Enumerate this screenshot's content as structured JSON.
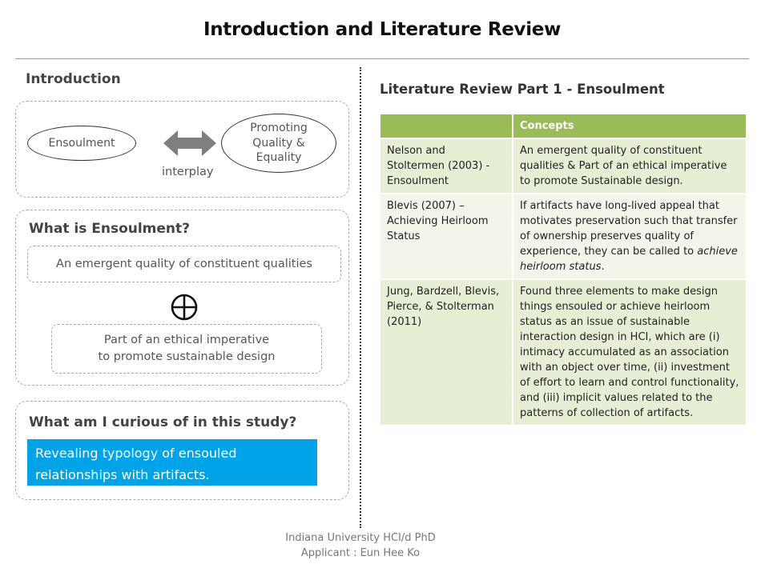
{
  "slide_title": "Introduction and Literature Review",
  "intro": {
    "heading": "Introduction",
    "left_ellipse": "Ensoulment",
    "right_ellipse_lines": [
      "Promoting",
      "Quality &",
      "Equality"
    ],
    "arrow_label": "interplay"
  },
  "what_is": {
    "heading": "What is Ensoulment?",
    "box1": "An emergent quality of constituent qualities",
    "symbol": "⊕",
    "box2_lines": [
      "Part of an ethical imperative",
      "to promote sustainable design"
    ]
  },
  "curious": {
    "heading": "What am I curious of in this study?",
    "answer_lines": [
      "Revealing typology of ensouled",
      "relationships with artifacts."
    ]
  },
  "lit_review": {
    "title": "Literature Review Part 1 - Ensoulment",
    "header": [
      "",
      "Concepts"
    ],
    "rows": [
      {
        "source": "Nelson and Stoltermen (2003) - Ensoulment",
        "concept": "An emergent quality of constituent qualities & Part of an ethical imperative to promote Sustainable design."
      },
      {
        "source": "Blevis (2007) – Achieving Heirloom Status",
        "concept_plain": "If artifacts have long-lived appeal that motivates preservation such that transfer of ownership preserves quality of experience, they can be called to ",
        "concept_italic": "achieve heirloom status",
        "concept_end": "."
      },
      {
        "source": "Jung, Bardzell, Blevis, Pierce, & Stolterman (2011)",
        "concept": "Found three elements to make design things ensouled or achieve heirloom status as an issue of sustainable interaction design in HCI, which are (i) intimacy accumulated as an association with an object over time, (ii) investment of effort to learn and control functionality, and (iii) implicit values related to the patterns of collection of artifacts."
      }
    ]
  },
  "footer_lines": [
    "Indiana University HCI/d PhD",
    "Applicant : Eun Hee Ko"
  ],
  "colors": {
    "table_header": "#9bbb59",
    "table_row_dark": "#e6eed5",
    "table_row_light": "#f2f6ea",
    "highlight_box": "#00a2e8",
    "arrow": "#7f7f7f"
  }
}
